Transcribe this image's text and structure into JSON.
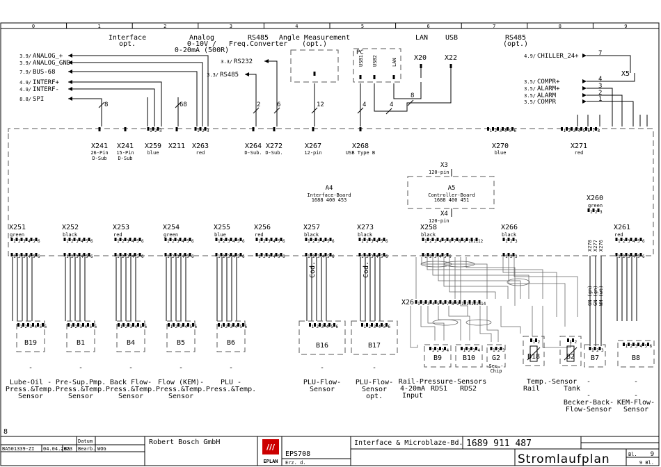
{
  "grid_columns": [
    "0",
    "1",
    "2",
    "3",
    "4",
    "5",
    "6",
    "7",
    "8",
    "9"
  ],
  "top_headers": {
    "interface": "Interface",
    "interface_opt": "opt.",
    "analog": "Analog",
    "analog_range1": "0-10V /",
    "analog_range2": "0-20mA (500R)",
    "rs485": "RS485",
    "freq_converter": "Freq.Converter",
    "angle_meas": "Angle Measurement",
    "angle_opt": "(opt.)",
    "lan": "LAN",
    "usb": "USB",
    "rs485_2": "RS485",
    "rs485_2_opt": "(opt.)"
  },
  "left_refs": [
    {
      "ref": "3.9/",
      "name": "ANALOG_+"
    },
    {
      "ref": "3.9/",
      "name": "ANALOG_GND"
    },
    {
      "ref": "7.9/",
      "name": "BUS-68"
    },
    {
      "ref": "4.9/",
      "name": "INTERF+"
    },
    {
      "ref": "4.9/",
      "name": "INTERF-"
    },
    {
      "ref": "8.8/",
      "name": "SPI"
    }
  ],
  "mid_refs": [
    {
      "ref": "3.3/",
      "name": "RS232"
    },
    {
      "ref": "3.3/",
      "name": "RS485"
    }
  ],
  "right_refs": [
    {
      "ref": "4.9/",
      "name": "CHILLER_24+",
      "num": "7"
    },
    {
      "ref": "3.5/",
      "name": "COMPR+",
      "num": "4"
    },
    {
      "ref": "3.5/",
      "name": "ALARM+",
      "num": "3"
    },
    {
      "ref": "3.5/",
      "name": "ALARM",
      "num": "2"
    },
    {
      "ref": "3.5/",
      "name": "COMPR",
      "num": "1"
    }
  ],
  "pc": {
    "label": "PC",
    "ports": [
      "USB1",
      "USB2",
      "LAN"
    ]
  },
  "top_connectors": {
    "x20": "X20",
    "x22": "X22",
    "x5": "X5"
  },
  "cable_counts": {
    "c_spi": "8",
    "c_68": "68",
    "c_rs": "2",
    "c_rs2": "6",
    "c_angle": "12",
    "c_usb": "4",
    "c_usb2": "4",
    "c_lan": "8"
  },
  "connectors_row1": [
    {
      "id": "X241",
      "sub1": "26-Pin",
      "sub2": "D-Sub"
    },
    {
      "id": "X241",
      "sub1": "15-Pin",
      "sub2": "D-Sub"
    },
    {
      "id": "X259",
      "sub1": "blue",
      "sub2": ""
    },
    {
      "id": "X211",
      "sub1": "",
      "sub2": ""
    },
    {
      "id": "X263",
      "sub1": "red",
      "sub2": ""
    },
    {
      "id": "X264",
      "sub1": "D-Sub.",
      "sub2": ""
    },
    {
      "id": "X272",
      "sub1": "D-Sub.",
      "sub2": ""
    },
    {
      "id": "X267",
      "sub1": "12-pin",
      "sub2": ""
    },
    {
      "id": "X268",
      "sub1": "USB Type B",
      "sub2": ""
    },
    {
      "id": "X270",
      "sub1": "blue",
      "sub2": ""
    },
    {
      "id": "X271",
      "sub1": "red",
      "sub2": ""
    }
  ],
  "boards": {
    "a4_id": "A4",
    "a4_name": "Interface-Board",
    "a4_num": "1688 400 453",
    "a5_id": "A5",
    "a5_name": "Controller-Board",
    "a5_num": "1688 400 451",
    "x3": "X3",
    "x3_sub": "120-pin",
    "x4": "X4",
    "x4_sub": "120-pin"
  },
  "connectors_row2": [
    {
      "id": "X251",
      "color": "green"
    },
    {
      "id": "X252",
      "color": "black"
    },
    {
      "id": "X253",
      "color": "red"
    },
    {
      "id": "X254",
      "color": "green"
    },
    {
      "id": "X255",
      "color": "blue"
    },
    {
      "id": "X256",
      "color": "red"
    },
    {
      "id": "X257",
      "color": "black"
    },
    {
      "id": "X273",
      "color": "black"
    },
    {
      "id": "X258",
      "color": "black"
    },
    {
      "id": "X266",
      "color": "black"
    },
    {
      "id": "X261",
      "color": "red"
    }
  ],
  "x260": {
    "id": "X260",
    "color": "green",
    "pins": [
      "X278",
      "X277",
      "X276"
    ],
    "wires": [
      "GN (gn)",
      "GN (gn)",
      "WH (wt)"
    ]
  },
  "cod_label": "Cod.",
  "x26": "X26",
  "sensors": [
    {
      "id": "B19",
      "line1": "Lube-Oil -",
      "line2": "Press.&Temp.",
      "line3": "Sensor"
    },
    {
      "id": "B1",
      "line1": "Pre-Sup.Pmp.",
      "line2": "Press.&Temp.",
      "line3": "Sensor"
    },
    {
      "id": "B4",
      "line1": "Back Flow-",
      "line2": "Press.&Temp.",
      "line3": "Sensor"
    },
    {
      "id": "B5",
      "line1": "Flow (KEM)-",
      "line2": "Press.&Temp.",
      "line3": "Sensor"
    },
    {
      "id": "B6",
      "line1": "PLU -",
      "line2": "Press.&Temp.",
      "line3": ""
    },
    {
      "id": "B16",
      "line1": "PLU-Flow-",
      "line2": "Sensor",
      "line3": ""
    },
    {
      "id": "B17",
      "line1": "PLU-Flow-",
      "line2": "Sensor",
      "line3": "opt."
    },
    {
      "id": "B9",
      "line1": "",
      "line2": "",
      "line3": ""
    },
    {
      "id": "B10",
      "line1": "",
      "line2": "",
      "line3": ""
    },
    {
      "id": "G2",
      "line1": "Sec.-",
      "line2": "Chip",
      "line3": ""
    },
    {
      "id": "B18",
      "line1": "",
      "line2": "",
      "line3": ""
    },
    {
      "id": "B2",
      "line1": "",
      "line2": "",
      "line3": ""
    },
    {
      "id": "B7",
      "line1": "",
      "line2": "",
      "line3": ""
    },
    {
      "id": "B8",
      "line1": "",
      "line2": "",
      "line3": ""
    }
  ],
  "bottom_labels": {
    "rail_pressure": "Rail-Pressure-Sensors",
    "ma_input": "4-20mA",
    "input": "Input",
    "rds1": "RDS1",
    "rds2": "RDS2",
    "temp_sensor": "Temp.-Sensor",
    "rail": "Rail",
    "tank": "Tank",
    "becker1": "Becker-Back-",
    "becker2": "Flow-Sensor",
    "kem1": "KEM-Flow-",
    "kem2": "Sensor",
    "dash": "-"
  },
  "corner_num": "8",
  "title_block": {
    "doc_no": "BA501339-ZI",
    "date_val": "04.04.2023",
    "by": "Ba",
    "datum_label": "Datum",
    "bearb_label": "Bearb.",
    "bearb_val": "WOG",
    "company": "Robert Bosch GmbH",
    "product": "EPS708",
    "erz": "Erz. d.",
    "title": "Interface & Microblaze-Bd.",
    "part_no": "1689 911 487",
    "sheet_title": "Stromlaufplan",
    "bl_label": "Bl.",
    "bl_val": "9",
    "bl_total": "9 Bl.",
    "logo_text": "EPLAN"
  }
}
